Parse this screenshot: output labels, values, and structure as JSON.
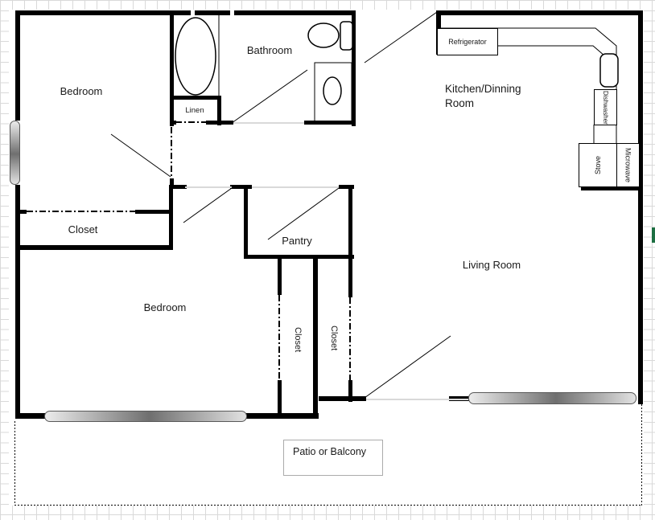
{
  "document": {
    "type": "floor-plan-drawing",
    "surface": "spreadsheet-grid"
  },
  "rooms": {
    "bedroom1": "Bedroom",
    "bathroom": "Bathroom",
    "kitchen": "Kitchen/Dinning Room",
    "closet1": "Closet",
    "pantry": "Pantry",
    "bedroom2": "Bedroom",
    "living_room": "Living Room",
    "closet2": "Closet",
    "closet3": "Closet",
    "linen": "Linen",
    "patio": "Patio or Balcony"
  },
  "appliances": {
    "refrigerator": "Refrigerator",
    "dishwasher": "Dishwasher",
    "stove": "Stove",
    "microwave": "Microwave"
  },
  "colors": {
    "wall": "#000000",
    "grid_line": "#d9d9d9",
    "door_opening": "#d9d9d9",
    "window_border": "#595959",
    "window_fill_dark": "#6f6f6f",
    "selection_green": "#1d6f42"
  }
}
